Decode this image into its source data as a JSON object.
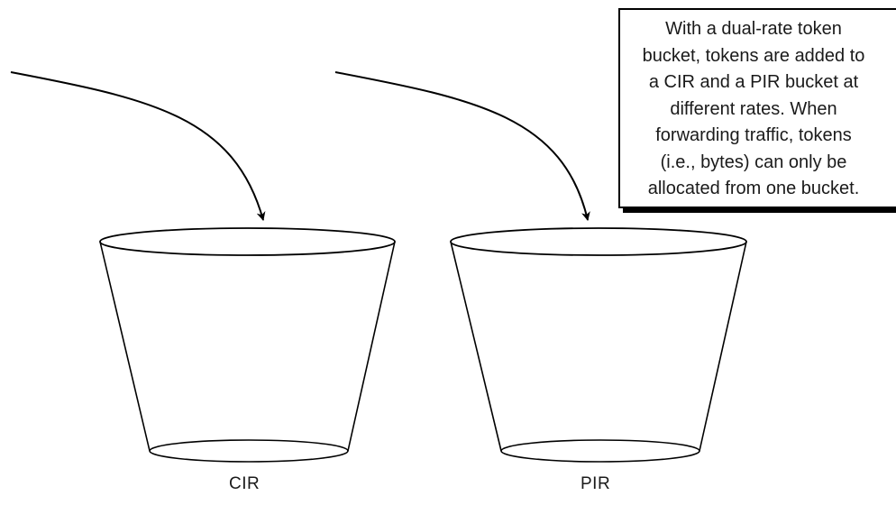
{
  "callout": {
    "lines": [
      "With a dual-rate token",
      "bucket, tokens are added to",
      "a CIR and a PIR bucket at",
      "different rates. When",
      "forwarding traffic, tokens",
      "(i.e., bytes) can only be",
      "allocated from one bucket."
    ]
  },
  "buckets": [
    {
      "label": "CIR"
    },
    {
      "label": "PIR"
    }
  ]
}
